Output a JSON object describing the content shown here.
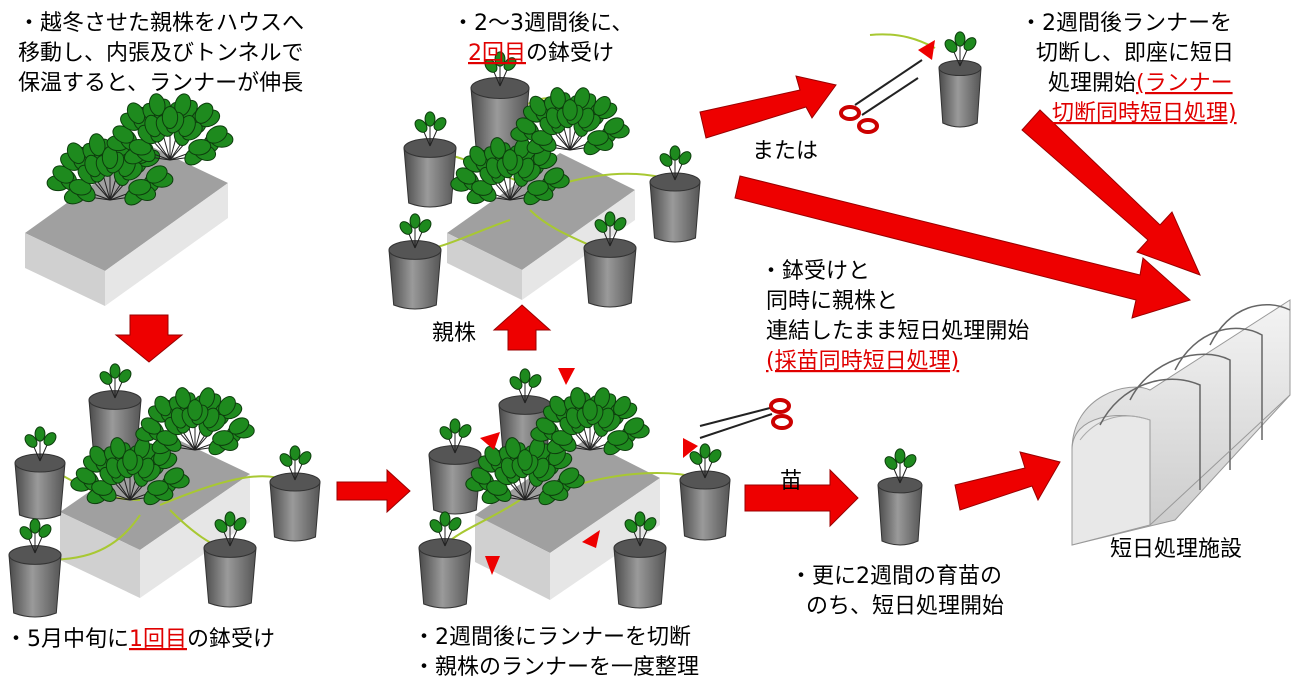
{
  "texts": {
    "top_left": [
      "・越冬させた親株をハウスへ",
      "移動し、内張及びトンネルで",
      "保温すると、ランナーが伸長"
    ],
    "top_mid_1": "・2～3週間後に、",
    "top_mid_2_red": "2回目",
    "top_mid_2_rest": "の鉢受け",
    "top_right_1": "・2週間後ランナーを",
    "top_right_2": "切断し、即座に短日",
    "top_right_3a": "処理開始",
    "top_right_3_red": "(ランナー",
    "top_right_4_red": "切断同時短日処理)",
    "mataha": "または",
    "oyakabu": "親株",
    "mid_right_1": "・鉢受けと",
    "mid_right_2": "同時に親株と",
    "mid_right_3": "連結したまま短日処理開始",
    "mid_right_4_red": "(採苗同時短日処理)",
    "nae": "苗",
    "bot_left_a": "・5月中旬に",
    "bot_left_red": "1回目",
    "bot_left_b": "の鉢受け",
    "bot_mid_1": "・2週間後にランナーを切断",
    "bot_mid_2": "・親株のランナーを一度整理",
    "bot_right_1": "・更に2週間の育苗の",
    "bot_right_2": "のち、短日処理開始",
    "facility": "短日処理施設"
  },
  "colors": {
    "arrow": "#ee0000",
    "leaf": "#1e8a1e",
    "runner": "#a8c832",
    "pot": "#707070",
    "emphasis": "#e00000"
  }
}
